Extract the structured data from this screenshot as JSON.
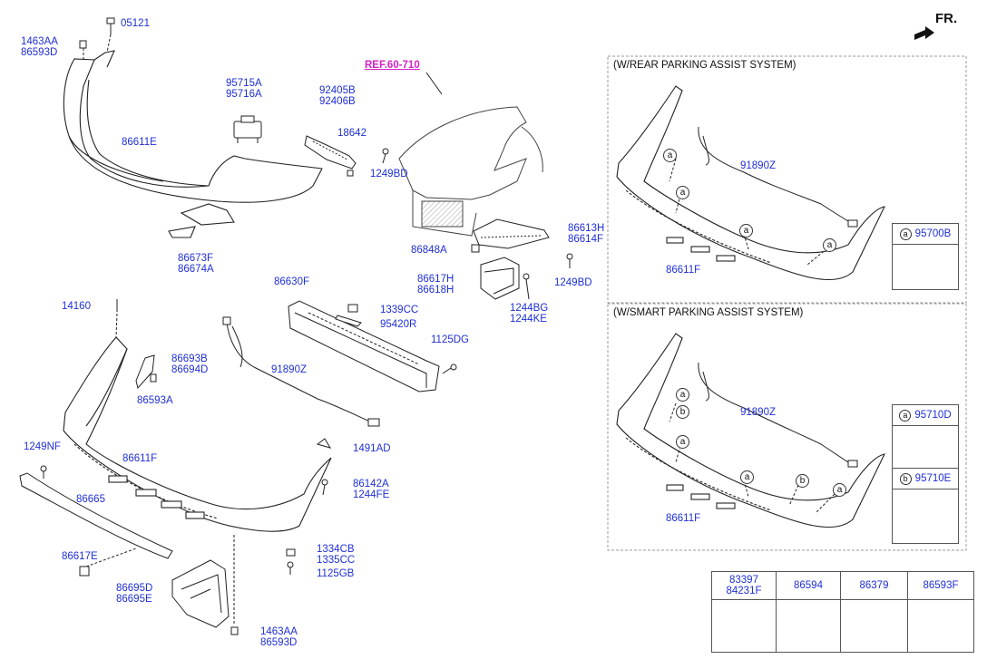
{
  "header": {
    "direction_label": "FR.",
    "direction_icon": "arrow-forward-icon"
  },
  "reference": {
    "label": "REF.60-710",
    "color": "#d422c9"
  },
  "label_color": "#1f2fd6",
  "labels": {
    "p05121": "05121",
    "p1463AA_top": "1463AA",
    "p86593D_top": "86593D",
    "p95715A": "95715A",
    "p95716A": "95716A",
    "p92405B": "92405B",
    "p92406B": "92406B",
    "p18642": "18642",
    "p1249BD_a": "1249BD",
    "p86611E": "86611E",
    "p86673F": "86673F",
    "p86674A": "86674A",
    "p86613H": "86613H",
    "p86614F": "86614F",
    "p86848A": "86848A",
    "p86617H": "86617H",
    "p86618H": "86618H",
    "p1249BD_b": "1249BD",
    "p1244BG": "1244BG",
    "p1244KE": "1244KE",
    "p86630F": "86630F",
    "p1339CC": "1339CC",
    "p95420R": "95420R",
    "p14160": "14160",
    "p1125DG": "1125DG",
    "p86693B": "86693B",
    "p86694D": "86694D",
    "p86593A": "86593A",
    "p91890Z_main": "91890Z",
    "p1249NF": "1249NF",
    "p1491AD": "1491AD",
    "p86611F_main": "86611F",
    "p86665": "86665",
    "p86142A": "86142A",
    "p1244FE": "1244FE",
    "p86617E": "86617E",
    "p1334CB": "1334CB",
    "p1335CC": "1335CC",
    "p1125GB": "1125GB",
    "p86695D": "86695D",
    "p86695E": "86695E",
    "p1463AA_bot": "1463AA",
    "p86593D_bot": "86593D"
  },
  "rear_parking": {
    "title": "(W/REAR PARKING ASSIST SYSTEM)",
    "harness": "91890Z",
    "bumper": "86611F",
    "callouts": [
      "a",
      "a",
      "a",
      "a"
    ],
    "key": {
      "circle": "a",
      "part": "95700B"
    }
  },
  "smart_parking": {
    "title": "(W/SMART PARKING ASSIST SYSTEM)",
    "harness": "91890Z",
    "bumper": "86611F",
    "callouts": [
      "a",
      "b",
      "a",
      "a",
      "b",
      "a"
    ],
    "key_a": {
      "circle": "a",
      "part": "95710D"
    },
    "key_b": {
      "circle": "b",
      "part": "95710E"
    }
  },
  "bottom_table": [
    {
      "lines": [
        "83397",
        "84231F"
      ]
    },
    {
      "lines": [
        "86594"
      ]
    },
    {
      "lines": [
        "86379"
      ]
    },
    {
      "lines": [
        "86593F"
      ]
    }
  ]
}
